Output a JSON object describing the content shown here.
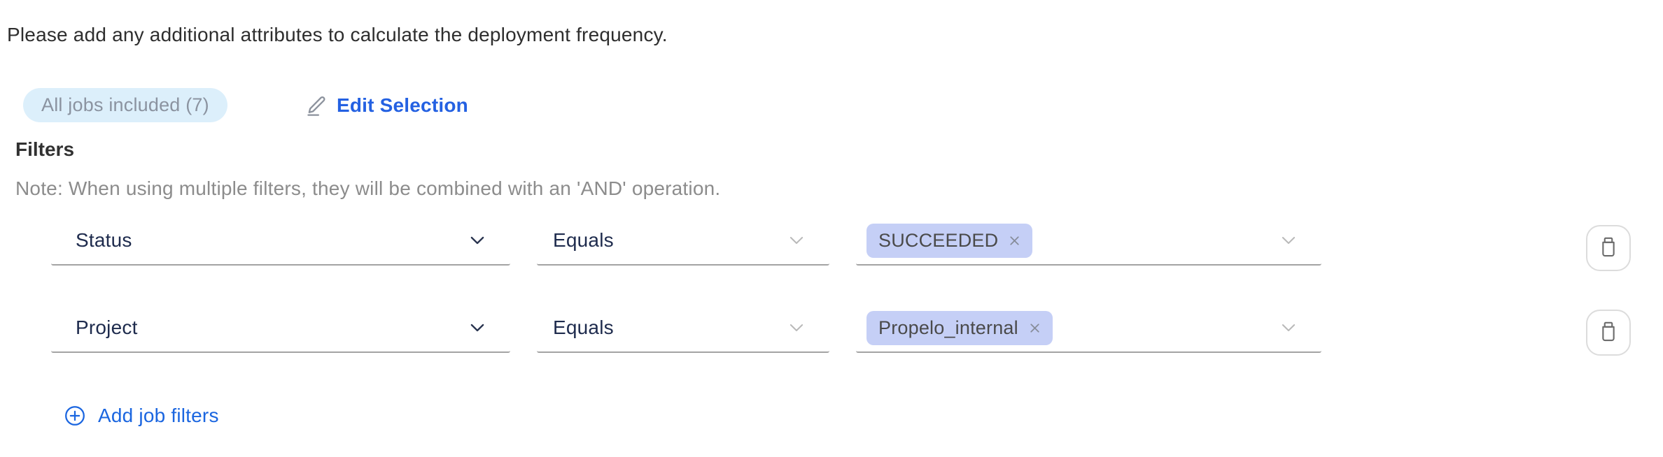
{
  "instruction": "Please add any additional attributes to calculate the deployment frequency.",
  "jobs_selector": {
    "badge_label": "All jobs included (7)",
    "edit_button_label": "Edit Selection"
  },
  "filters": {
    "heading": "Filters",
    "note": "Note: When using multiple filters, they will be combined with an 'AND' operation.",
    "rows": [
      {
        "attribute": "Status",
        "operator": "Equals",
        "value_tag": "SUCCEEDED"
      },
      {
        "attribute": "Project",
        "operator": "Equals",
        "value_tag": "Propelo_internal"
      }
    ],
    "add_button_label": "Add job filters"
  },
  "icons": {
    "edit": "pencil-underline-icon",
    "dropdown": "chevron-down-icon",
    "remove_value": "x-icon",
    "delete_row": "trash-icon",
    "add": "plus-circle-icon"
  },
  "colors": {
    "link_blue": "#2461e2",
    "add_link_blue": "#1b66e0",
    "badge_bg": "#dceffb",
    "badge_text": "#8b93a0",
    "tag_bg": "#c5cff6",
    "select_text": "#1e2b4d",
    "underline": "#a3a3a3",
    "note_text": "#8c8c8c"
  }
}
